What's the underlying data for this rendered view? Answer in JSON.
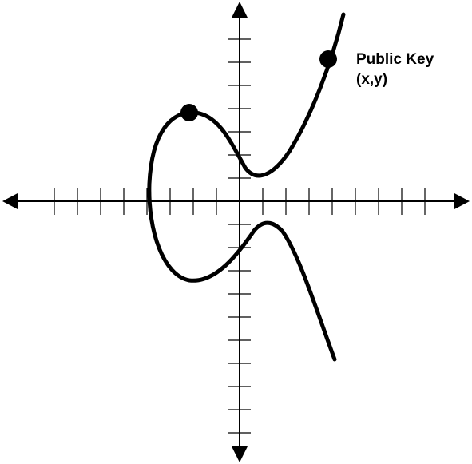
{
  "diagram": {
    "label": {
      "line1": "Public Key",
      "line2": "(x,y)"
    },
    "colors": {
      "ink": "#000000",
      "background": "#ffffff"
    },
    "elements": {
      "curve": "elliptic-curve",
      "points": [
        "upper-left-point",
        "public-key-point"
      ],
      "axes": [
        "x-axis",
        "y-axis"
      ]
    }
  }
}
